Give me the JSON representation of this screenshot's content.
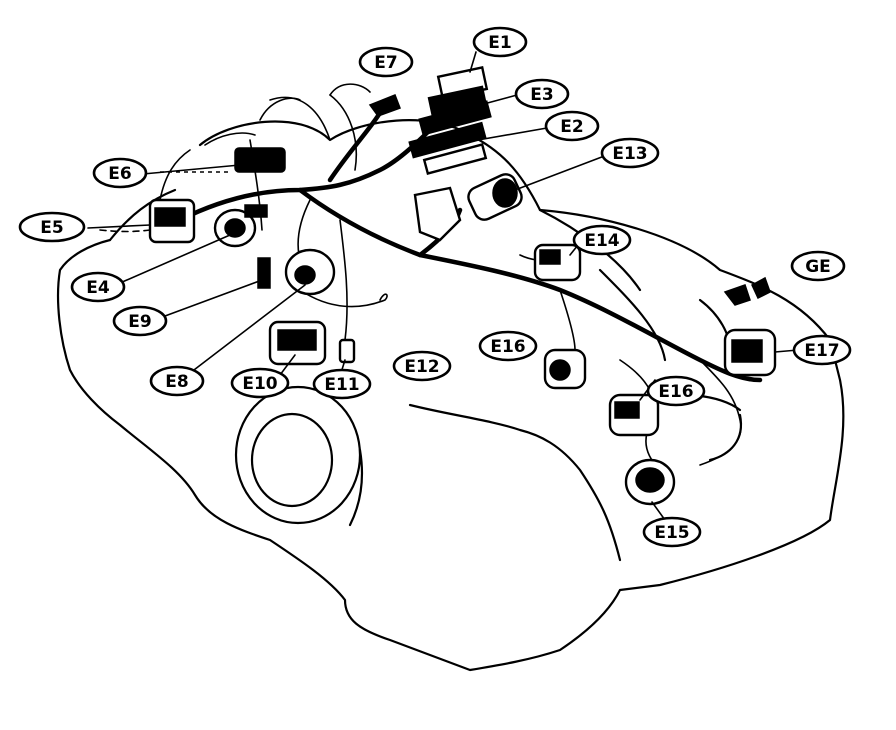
{
  "labels": [
    {
      "id": "E1",
      "text": "E1"
    },
    {
      "id": "E7",
      "text": "E7"
    },
    {
      "id": "E3",
      "text": "E3"
    },
    {
      "id": "E2",
      "text": "E2"
    },
    {
      "id": "E13",
      "text": "E13"
    },
    {
      "id": "E6",
      "text": "E6"
    },
    {
      "id": "E5",
      "text": "E5"
    },
    {
      "id": "E14",
      "text": "E14"
    },
    {
      "id": "GE",
      "text": "GE"
    },
    {
      "id": "E4",
      "text": "E4"
    },
    {
      "id": "E9",
      "text": "E9"
    },
    {
      "id": "E16a",
      "text": "E16"
    },
    {
      "id": "E12",
      "text": "E12"
    },
    {
      "id": "E17",
      "text": "E17"
    },
    {
      "id": "E8",
      "text": "E8"
    },
    {
      "id": "E10",
      "text": "E10"
    },
    {
      "id": "E11",
      "text": "E11"
    },
    {
      "id": "E16b",
      "text": "E16"
    },
    {
      "id": "E15",
      "text": "E15"
    }
  ]
}
